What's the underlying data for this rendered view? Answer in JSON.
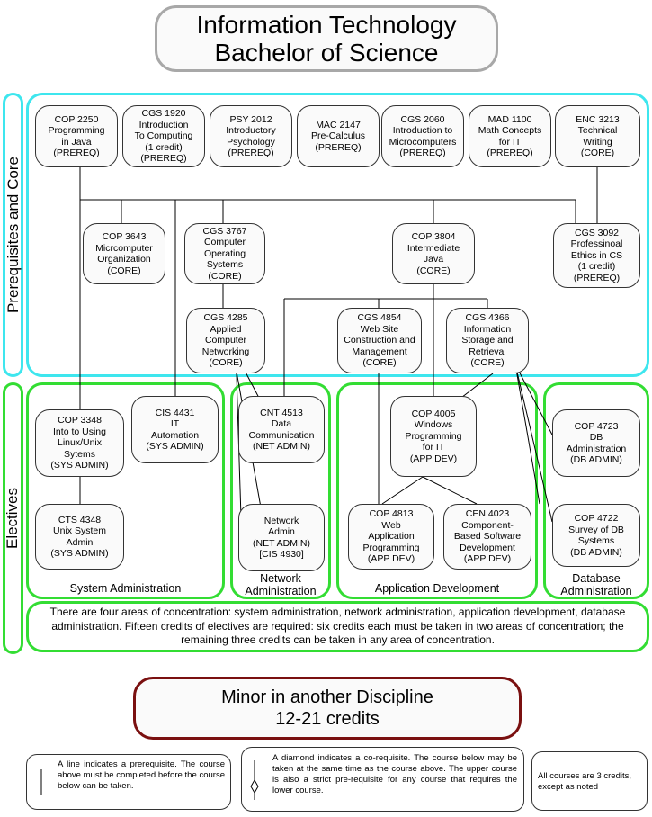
{
  "title": [
    "Information Technology",
    "Bachelor of Science"
  ],
  "sections": {
    "prereq_core": "Prerequisites and Core",
    "electives": "Electives"
  },
  "courses": {
    "cop2250": [
      "COP 2250",
      "Programming",
      "in Java",
      "(PREREQ)"
    ],
    "cgs1920": [
      "CGS 1920",
      "Introduction",
      "To Computing",
      "(1 credit)",
      "(PREREQ)"
    ],
    "psy2012": [
      "PSY 2012",
      "Introductory",
      "Psychology",
      "(PREREQ)"
    ],
    "mac2147": [
      "MAC 2147",
      "Pre-Calculus",
      "(PREREQ)"
    ],
    "cgs2060": [
      "CGS 2060",
      "Introduction to",
      "Microcomputers",
      "(PREREQ)"
    ],
    "mad1100": [
      "MAD 1100",
      "Math Concepts",
      "for IT",
      "(PREREQ)"
    ],
    "enc3213": [
      "ENC 3213",
      "Technical",
      "Writing",
      "(CORE)"
    ],
    "cop3643": [
      "COP 3643",
      "Micrcomputer",
      "Organization",
      "(CORE)"
    ],
    "cgs3767": [
      "CGS 3767",
      "Computer",
      "Operating",
      "Systems",
      "(CORE)"
    ],
    "cop3804": [
      "COP 3804",
      "Intermediate",
      "Java",
      "(CORE)"
    ],
    "cgs3092": [
      "CGS 3092",
      "Professinoal",
      "Ethics in CS",
      "(1 credit)",
      "(PREREQ)"
    ],
    "cgs4285": [
      "CGS 4285",
      "Applied",
      "Computer",
      "Networking",
      "(CORE)"
    ],
    "cgs4854": [
      "CGS 4854",
      "Web Site",
      "Construction and",
      "Management",
      "(CORE)"
    ],
    "cgs4366": [
      "CGS 4366",
      "Information",
      "Storage and",
      "Retrieval",
      "(CORE)"
    ],
    "cop3348": [
      "COP 3348",
      "Into to Using",
      "Linux/Unix",
      "Sytems",
      "(SYS ADMIN)"
    ],
    "cis4431": [
      "CIS 4431",
      "IT",
      "Automation",
      "(SYS ADMIN)"
    ],
    "cts4348": [
      "CTS 4348",
      "Unix System",
      "Admin",
      "(SYS ADMIN)"
    ],
    "cnt4513": [
      "CNT 4513",
      "Data",
      "Communication",
      "(NET ADMIN)"
    ],
    "netadmin": [
      "Network",
      "Admin",
      "(NET ADMIN)",
      "[CIS 4930]"
    ],
    "cop4005": [
      "COP 4005",
      "Windows",
      "Programming",
      "for IT",
      "(APP DEV)"
    ],
    "cop4813": [
      "COP 4813",
      "Web",
      "Application",
      "Programming",
      "(APP DEV)"
    ],
    "cen4023": [
      "CEN 4023",
      "Component-",
      "Based Software",
      "Development",
      "(APP DEV)"
    ],
    "cop4723": [
      "COP 4723",
      "DB",
      "Administration",
      "(DB ADMIN)"
    ],
    "cop4722": [
      "COP 4722",
      "Survey of DB",
      "Systems",
      "(DB ADMIN)"
    ]
  },
  "areas": {
    "sysadmin": [
      "System Administration"
    ],
    "netadmin": [
      "Network",
      "Administration"
    ],
    "appdev": [
      "Application Development"
    ],
    "dbadmin": [
      "Database",
      "Administration"
    ]
  },
  "concentration_note": "There are four areas of concentration: system administration, network administration, application development, database administration. Fifteen credits of electives are required: six credits each must be taken in two areas of concentration; the remaining three credits can be taken in any area of concentration.",
  "minor": [
    "Minor in another Discipline",
    "12-21 credits"
  ],
  "legend": {
    "line": "A line indicates a prerequisite. The course above must be completed before the course below can be taken.",
    "diamond": "A diamond indicates a co-requisite. The course below may be taken at the same time as the course above. The upper course is also a strict pre-requisite for any course that requires the lower course.",
    "credits": "All courses are 3 credits, except as noted"
  }
}
